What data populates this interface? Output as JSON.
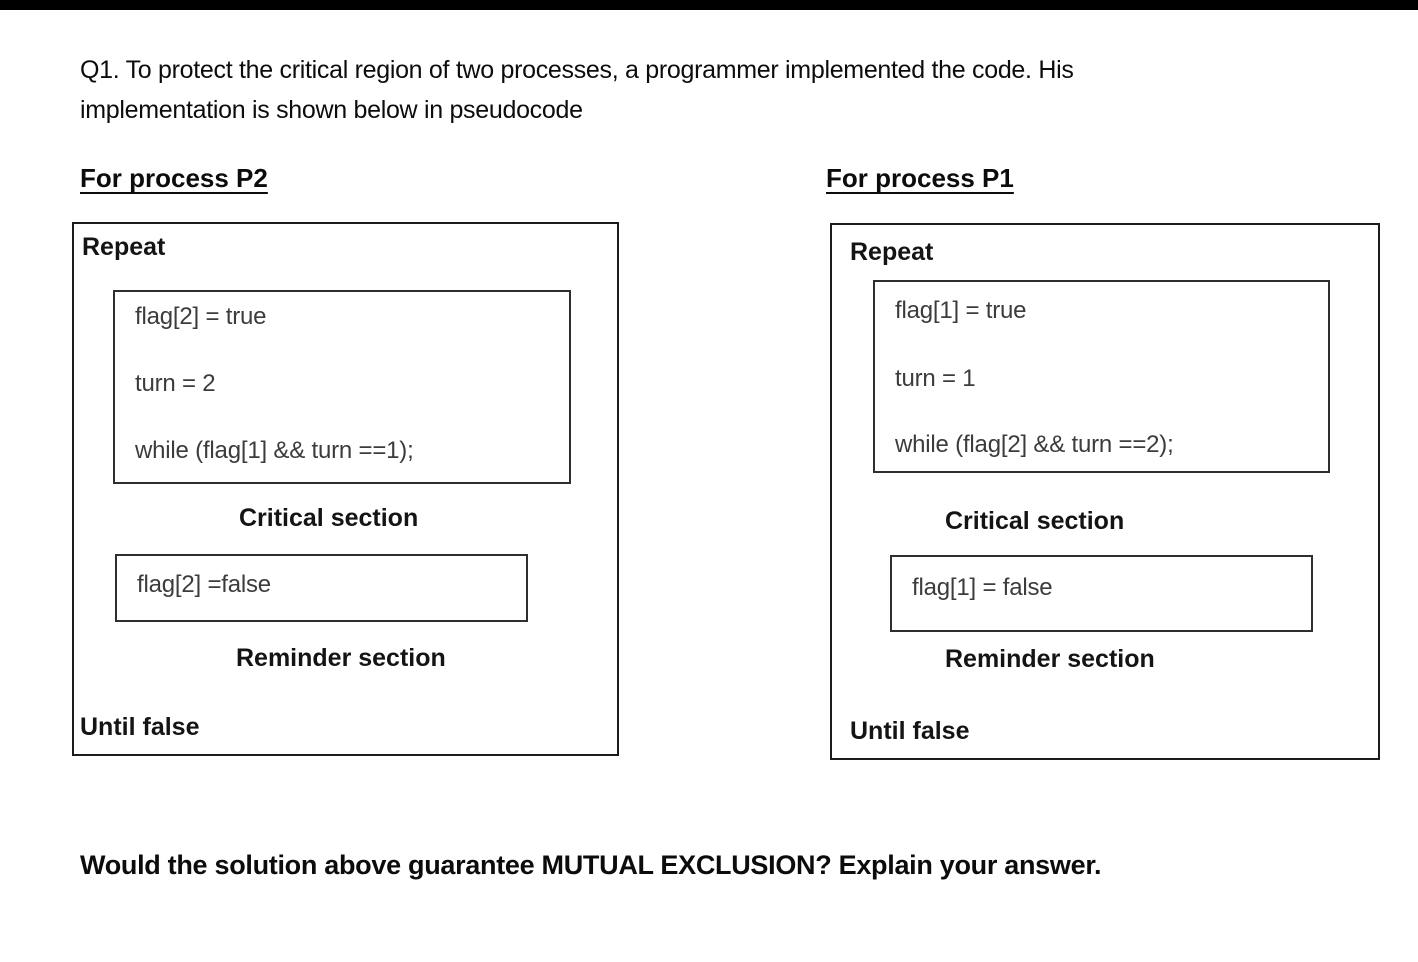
{
  "page": {
    "intro_line1": "Q1. To protect the critical region of two processes, a programmer implemented the code. His",
    "intro_line2": "implementation is shown below in pseudocode",
    "final_question": "Would the solution above guarantee MUTUAL EXCLUSION? Explain your answer."
  },
  "colors": {
    "background": "#ffffff",
    "text": "#0c0c0c",
    "code_text": "#3c3c3c",
    "box_border": "#1c1c1c",
    "top_bar": "#000000"
  },
  "processes": [
    {
      "id": "P2",
      "header": "For process P2",
      "repeat_label": "Repeat",
      "entry_code": [
        "flag[2] = true",
        "turn = 2",
        "while (flag[1] && turn ==1);"
      ],
      "critical_label": "Critical section",
      "exit_code": "flag[2] =false",
      "reminder_label": "Reminder section",
      "until_label": "Until false"
    },
    {
      "id": "P1",
      "header": "For process P1",
      "repeat_label": "Repeat",
      "entry_code": [
        "flag[1] = true",
        "turn = 1",
        "while (flag[2] && turn ==2);"
      ],
      "critical_label": "Critical section",
      "exit_code": "flag[1] = false",
      "reminder_label": "Reminder section",
      "until_label": "Until false"
    }
  ]
}
